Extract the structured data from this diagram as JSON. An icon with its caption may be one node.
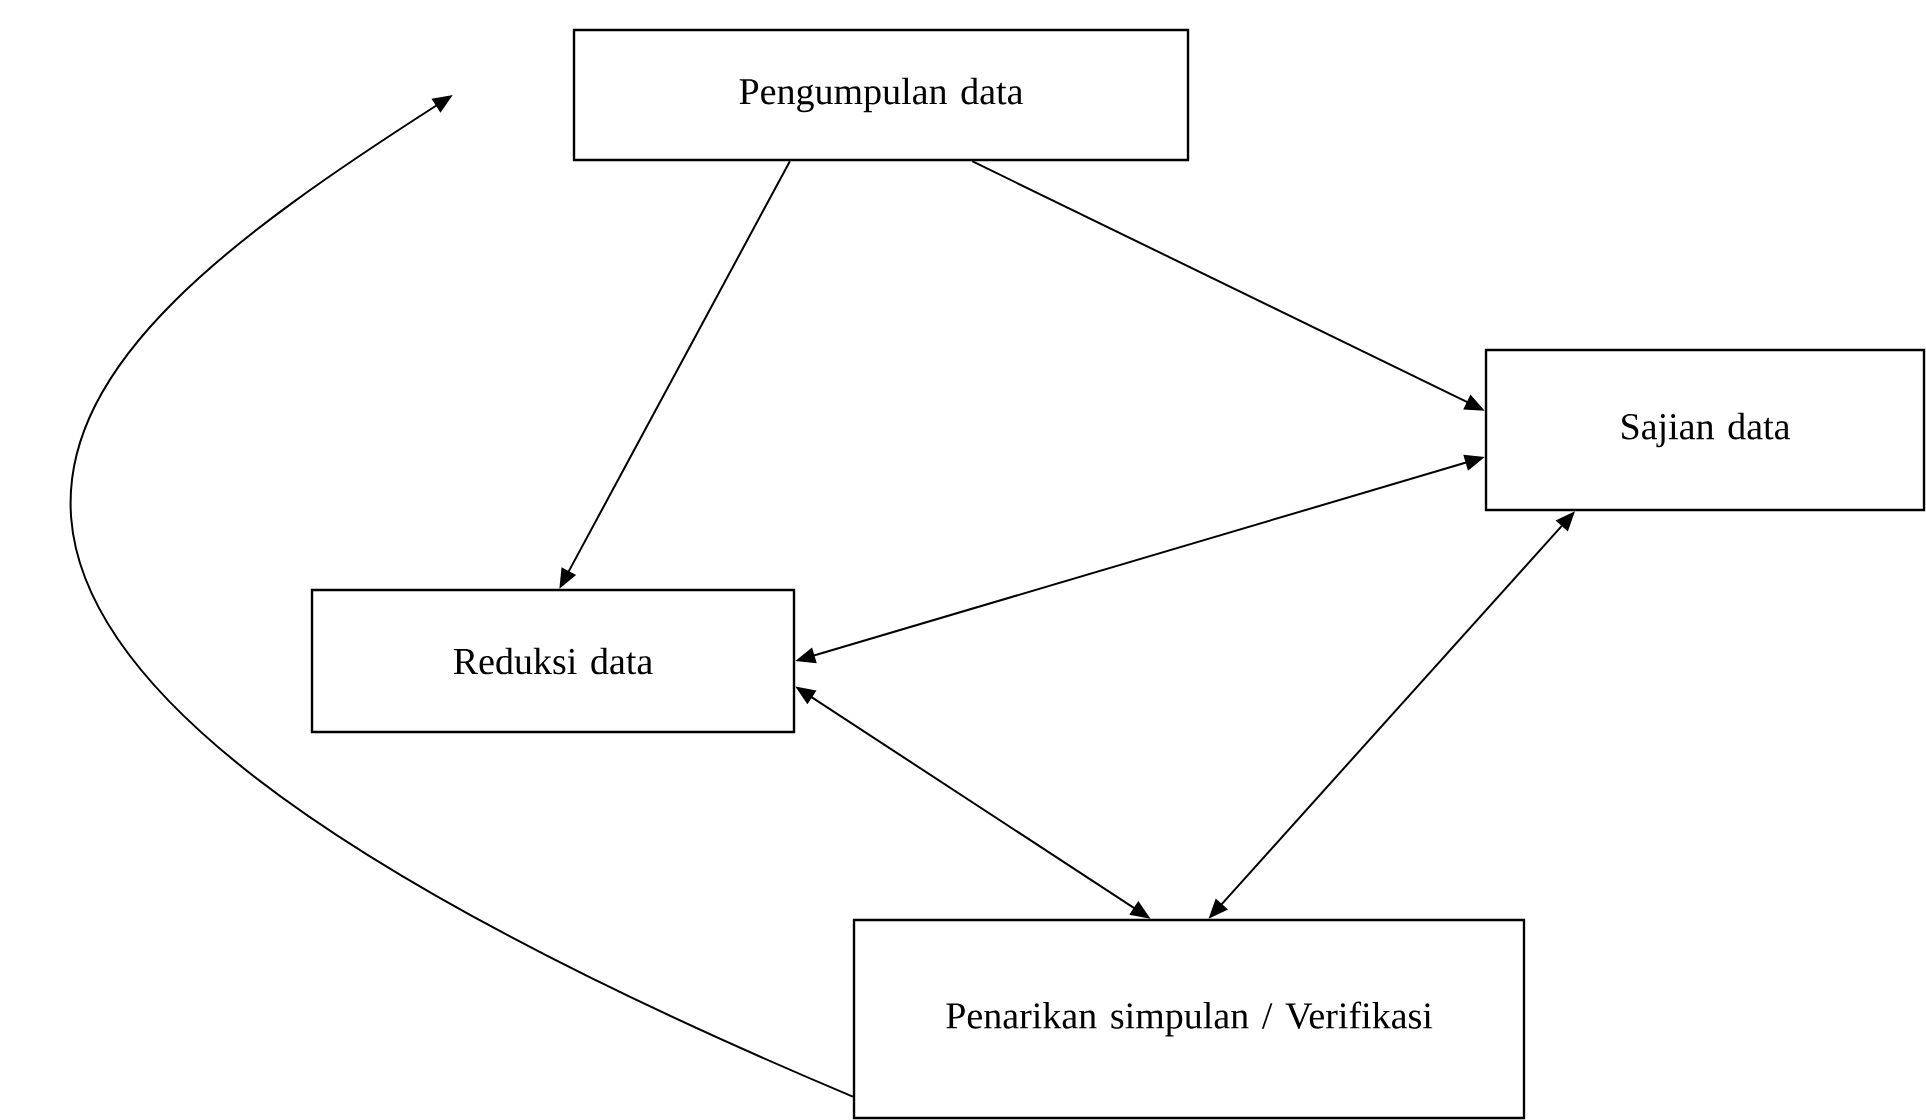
{
  "diagram": {
    "nodes": [
      {
        "text": [
          "Pengumpulan data"
        ]
      },
      {
        "text": [
          "Sajian data"
        ]
      },
      {
        "text": [
          "Reduksi data"
        ]
      },
      {
        "text": [
          "Penarikan simpulan / Verifikasi"
        ]
      }
    ],
    "edges": [
      {
        "from": 0,
        "to": 2,
        "arrow": "to"
      },
      {
        "from": 0,
        "to": 1,
        "arrow": "to"
      },
      {
        "from": 2,
        "to": 1,
        "arrow": "both"
      },
      {
        "from": 2,
        "to": 3,
        "arrow": "both"
      },
      {
        "from": 1,
        "to": 3,
        "arrow": "both"
      },
      {
        "from": 3,
        "to": 0,
        "arrow": "to"
      }
    ]
  }
}
